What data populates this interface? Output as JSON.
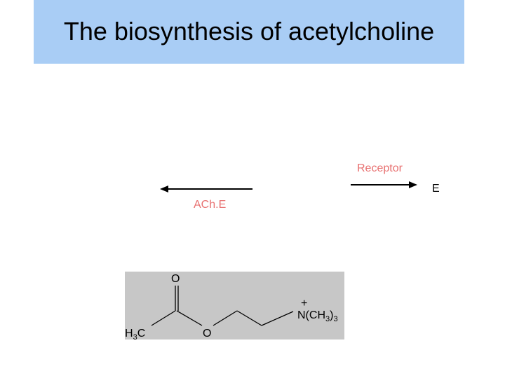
{
  "slide": {
    "title": "The biosynthesis of acetylcholine"
  },
  "labels": {
    "receptor": "Receptor",
    "enzyme_e": "E",
    "ache": "ACh.E"
  },
  "structure": {
    "carbonyl_oxygen": "O",
    "methyl_main": "H",
    "methyl_sub": "3",
    "methyl_tail": "C",
    "ester_oxygen": "O",
    "charge": "+",
    "amine_head": "N(CH",
    "amine_sub1": "3",
    "amine_close": ")",
    "amine_sub2": "3"
  },
  "colors": {
    "title_background": "#a9cdf5",
    "label_red": "#e87070",
    "structure_background": "#c7c7c7"
  }
}
